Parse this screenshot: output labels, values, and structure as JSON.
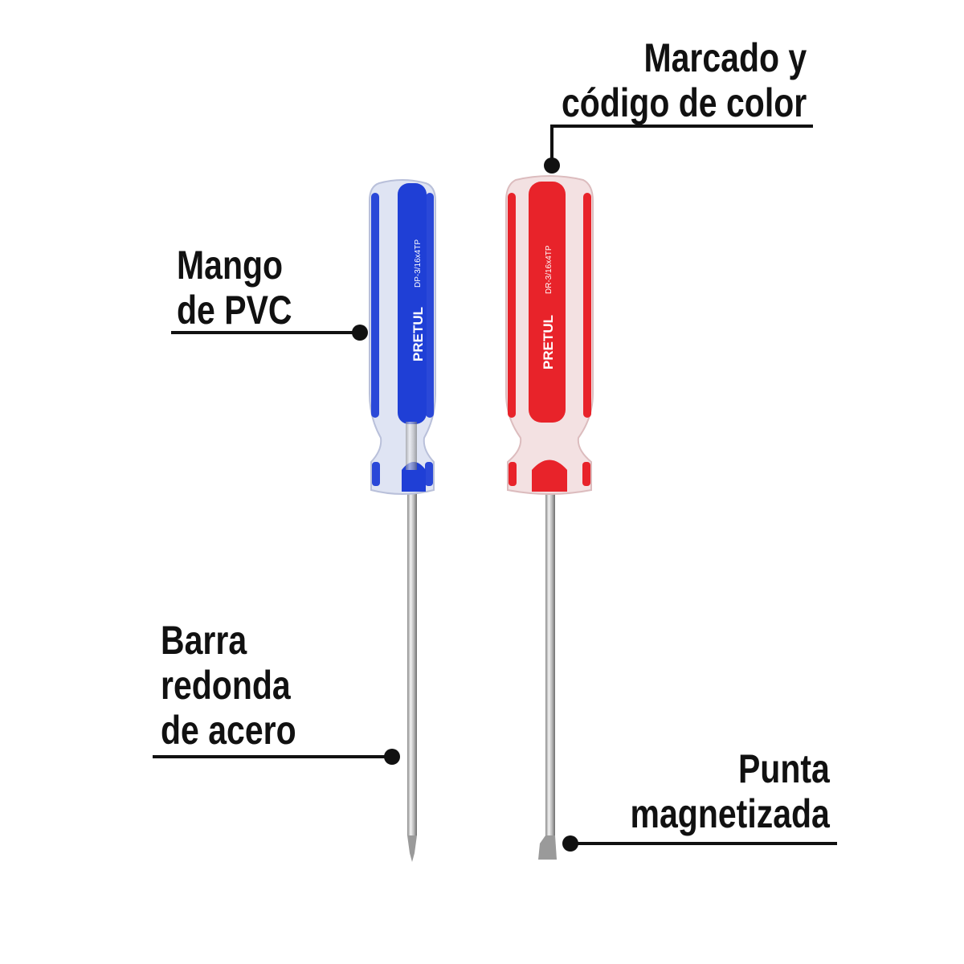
{
  "callouts": {
    "marking": {
      "line1": "Marcado y",
      "line2": "código de color"
    },
    "handle": {
      "line1": "Mango",
      "line2": "de PVC"
    },
    "shaft": {
      "line1": "Barra",
      "line2": "redonda",
      "line3": "de acero"
    },
    "tip": {
      "line1": "Punta",
      "line2": "magnetizada"
    }
  },
  "screwdrivers": [
    {
      "brand": "PRETUL",
      "model": "DP-3/16x4TP",
      "color": "#1f3fd6",
      "tip": "phillips"
    },
    {
      "brand": "PRETUL",
      "model": "DR-3/16x4TP",
      "color": "#e8232a",
      "tip": "flat"
    }
  ]
}
